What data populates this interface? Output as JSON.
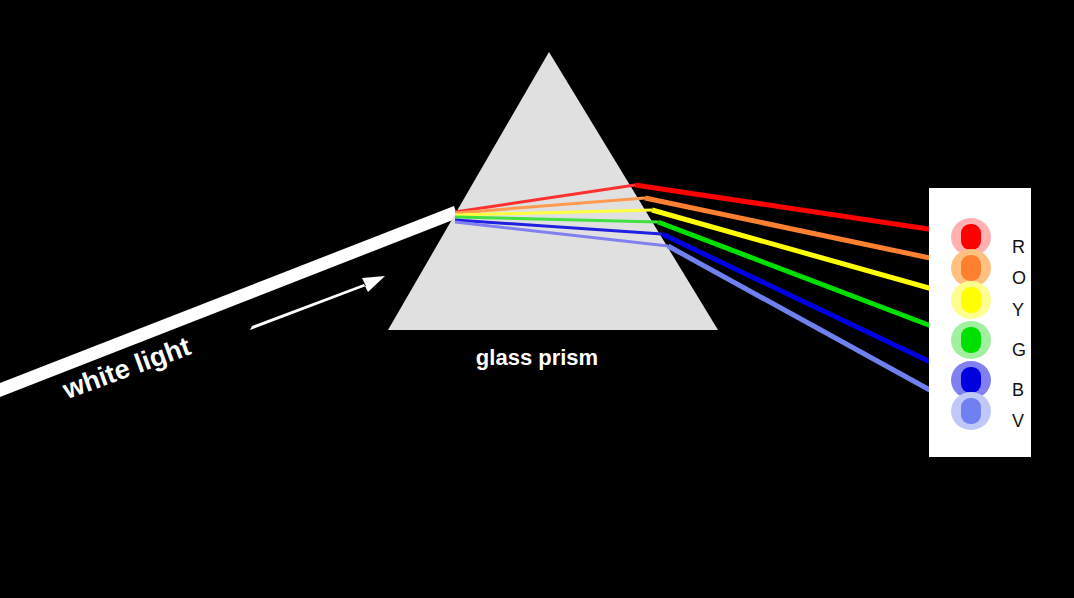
{
  "diagram": {
    "nodes": [
      {
        "text": [
          "R",
          "O",
          "Y",
          "G",
          "B",
          "V"
        ]
      }
    ],
    "labels": [
      "white light",
      "glass prism"
    ]
  }
}
